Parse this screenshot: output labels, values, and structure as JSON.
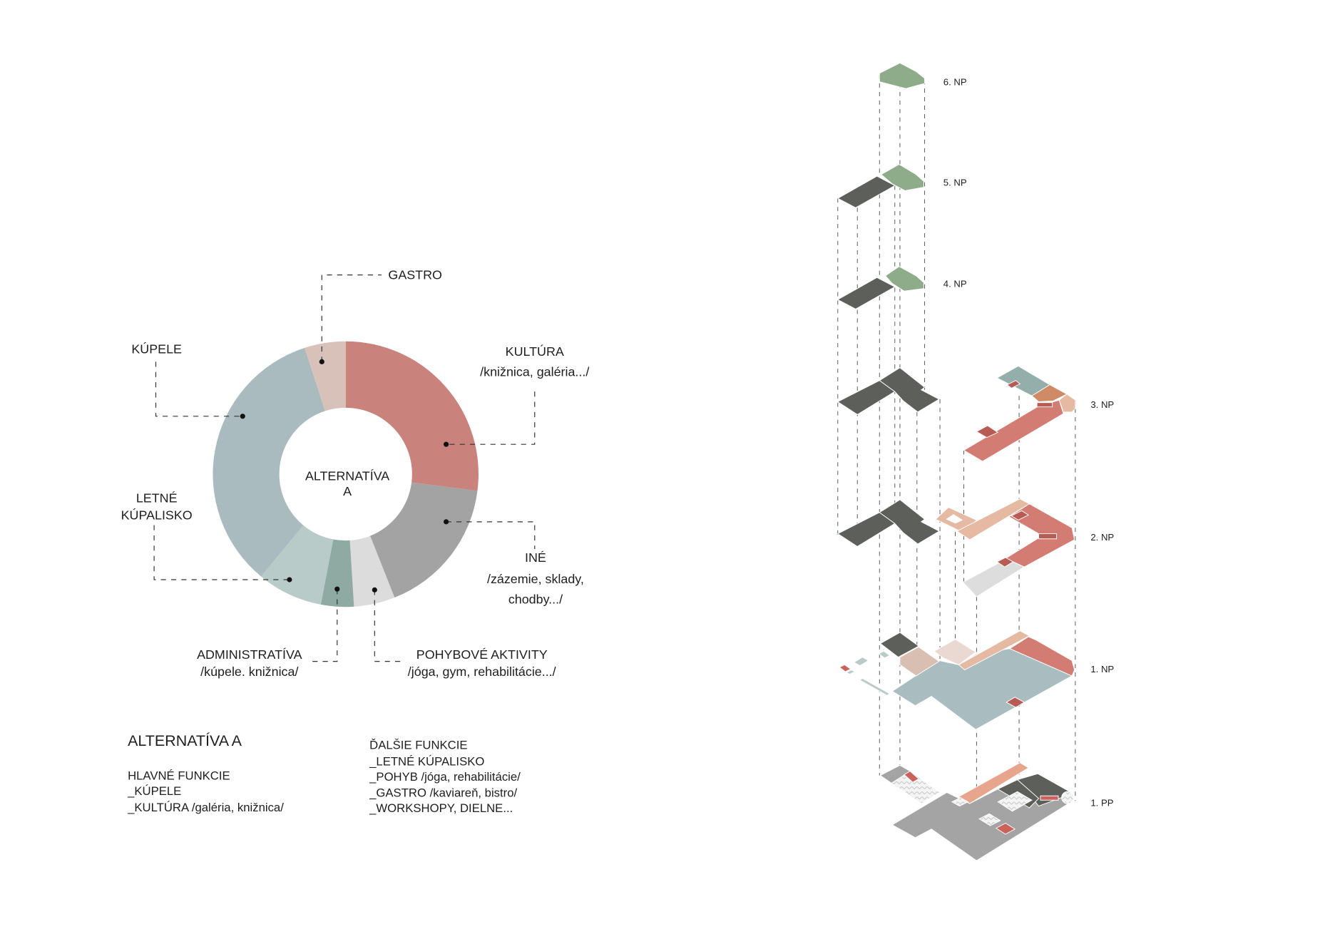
{
  "chart_data": {
    "type": "pie",
    "donut": true,
    "center_label": [
      "ALTERNATÍVA",
      "A"
    ],
    "slices": [
      {
        "name": "KULTÚRA",
        "sub": "/knižnica, galéria.../",
        "value": 27,
        "color": "#c9837c"
      },
      {
        "name": "INÉ",
        "sub": "/zázemie, sklady, chodby.../",
        "value": 17,
        "color": "#a3a3a3"
      },
      {
        "name": "POHYBOVÉ AKTIVITY",
        "sub": "/jóga, gym, rehabilitácie.../",
        "value": 5,
        "color": "#dcdcdc"
      },
      {
        "name": "ADMINISTRATÍVA",
        "sub": "/kúpele. knižnica/",
        "value": 4,
        "color": "#8fa9a3"
      },
      {
        "name": "LETNÉ KÚPALISKO",
        "sub": "",
        "value": 8,
        "color": "#b8cbc8"
      },
      {
        "name": "KÚPELE",
        "sub": "",
        "value": 34,
        "color": "#a9bbbf"
      },
      {
        "name": "GASTRO",
        "sub": "",
        "value": 5,
        "color": "#d7c1b8"
      }
    ]
  },
  "labels": {
    "gastro": "GASTRO",
    "kupele": "KÚPELE",
    "kultura": "KULTÚRA",
    "kultura_sub": "/knižnica, galéria.../",
    "letne_1": "LETNÉ",
    "letne_2": "KÚPALISKO",
    "ine": "INÉ",
    "ine_sub1": "/zázemie, sklady,",
    "ine_sub2": "chodby.../",
    "admin": "ADMINISTRATÍVA",
    "admin_sub": "/kúpele. knižnica/",
    "pohyb": "POHYBOVÉ AKTIVITY",
    "pohyb_sub": "/jóga, gym, rehabilitácie.../",
    "center_1": "ALTERNATÍVA",
    "center_2": "A"
  },
  "summary": {
    "title": "ALTERNATÍVA A",
    "main_heading": "HLAVNÉ FUNKCIE",
    "main_items": [
      "_KÚPELE",
      "_KULTÚRA /galéria, knižnica/"
    ],
    "other_heading": "ĎALŠIE FUNKCIE",
    "other_items": [
      "_LETNÉ KÚPALISKO",
      "_POHYB /jóga, rehabilitácie/",
      "_GASTRO /kaviareň, bistro/",
      "_WORKSHOPY, DIELNE..."
    ]
  },
  "floors": [
    "6. NP",
    "5. NP",
    "4. NP",
    "3. NP",
    "2. NP",
    "1. NP",
    "1. PP"
  ],
  "colors": {
    "dark": "#5d5f5b",
    "green": "#8fac8a",
    "red": "#d27c74",
    "darkred": "#b95b55",
    "peach": "#e6b9a3",
    "teal": "#93aeab",
    "orange": "#cf8a66",
    "blue": "#a9bdc1",
    "grey": "#a3a4a3",
    "lightgrey": "#dcdddc",
    "tan": "#d9bfb2",
    "pink": "#ead9d3"
  }
}
